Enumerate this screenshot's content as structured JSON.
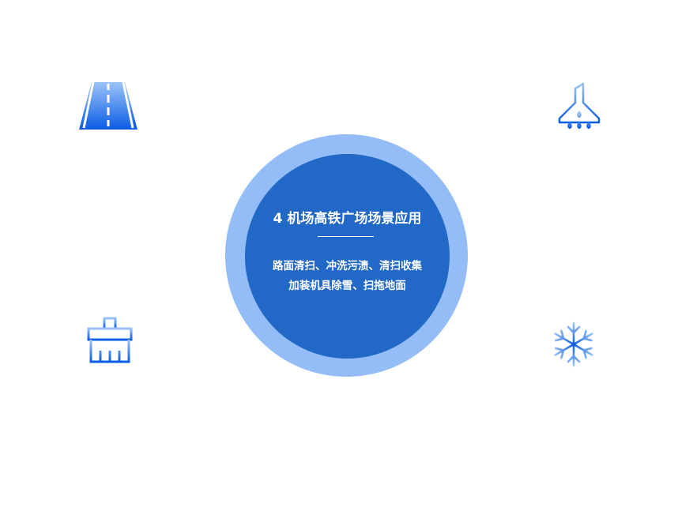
{
  "center": {
    "title": "4  机场高铁广场场景应用",
    "lines": [
      "路面清扫、冲洗污渍、清扫收集",
      "加装机具除雪、扫拖地面"
    ]
  },
  "colors": {
    "outer": "#94bdf7",
    "inner": "#2168c7",
    "icon": "#1a6ae8"
  }
}
